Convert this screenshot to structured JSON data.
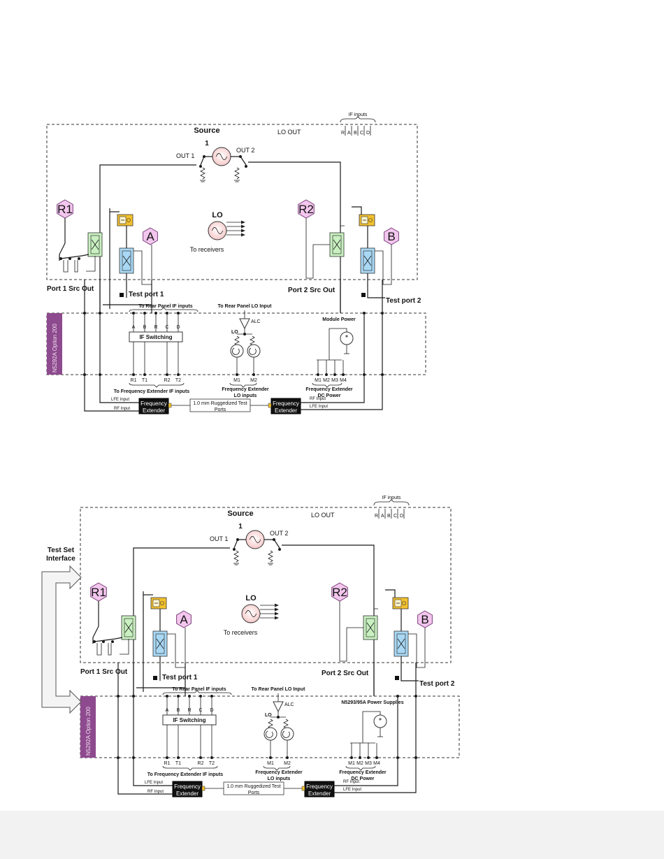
{
  "colors": {
    "panel": "#dbe9f7",
    "option_bar": "#8e4a8e",
    "receiver_hex": "#f3c6ee",
    "coupler_green": "#c8f0c0",
    "coupler_blue": "#a9d8f5",
    "bias_tee": "#f2c12e",
    "source_pink": "#f9d1d1",
    "extender_box": "#111111"
  },
  "diagrams": [
    {
      "source": {
        "title": "Source",
        "number": "1",
        "out1": "OUT 1",
        "out2": "OUT 2",
        "lo_out": "LO OUT"
      },
      "if_inputs": {
        "label": "IF inputs",
        "letters": [
          "R",
          "A",
          "B",
          "C",
          "D"
        ]
      },
      "lo": {
        "title": "LO",
        "sub": "To receivers"
      },
      "receivers": {
        "r1": "R1",
        "r2": "R2",
        "a": "A",
        "b": "B"
      },
      "ports": {
        "p1_src": "Port 1 Src Out",
        "p2_src": "Port 2 Src Out",
        "tp1": "Test port 1",
        "tp2": "Test port 2"
      },
      "option": {
        "bar_label": "N5292A Option 200"
      },
      "rear_if": "To Rear Panel IF inputs",
      "if_letters": [
        "A",
        "B",
        "R",
        "C",
        "D"
      ],
      "if_switch": "IF Switching",
      "if_outputs": [
        "R1",
        "T1",
        "R2",
        "T2"
      ],
      "to_ext_if": "To Frequency Extender IF inputs",
      "rear_lo": "To Rear Panel LO Input",
      "alc": "ALC",
      "lo_label": "LO",
      "lo_inputs": [
        "M1",
        "M2"
      ],
      "ext_lo": [
        "Frequency Extender",
        "LO inputs"
      ],
      "power_title": "Module Power",
      "power_outputs": [
        "M1",
        "M2",
        "M3",
        "M4"
      ],
      "ext_dc": [
        "Frequency Extender",
        "DC Power"
      ],
      "extender": {
        "line1": "Frequency",
        "line2": "Extender"
      },
      "cable": [
        "1.0 mm Ruggedized Test",
        "Ports"
      ],
      "lfe_in": "LFE Input",
      "rf_in": "RF Input"
    },
    {
      "source": {
        "title": "Source",
        "number": "1",
        "out1": "OUT 1",
        "out2": "OUT 2",
        "lo_out": "LO OUT"
      },
      "if_inputs": {
        "label": "IF inputs",
        "letters": [
          "R",
          "A",
          "B",
          "C",
          "D"
        ]
      },
      "lo": {
        "title": "LO",
        "sub": "To receivers"
      },
      "receivers": {
        "r1": "R1",
        "r2": "R2",
        "a": "A",
        "b": "B"
      },
      "ports": {
        "p1_src": "Port 1 Src Out",
        "p2_src": "Port 2 Src Out",
        "tp1": "Test port 1",
        "tp2": "Test port 2"
      },
      "option": {
        "bar_label": "N5292A Option 200"
      },
      "rear_if": "To Rear Panel IF inputs",
      "if_letters": [
        "A",
        "B",
        "R",
        "C",
        "D"
      ],
      "if_switch": "IF Switching",
      "if_outputs": [
        "R1",
        "T1",
        "R2",
        "T2"
      ],
      "to_ext_if": "To Frequency Extender IF inputs",
      "rear_lo": "To Rear Panel LO Input",
      "alc": "ALC",
      "lo_label": "LO",
      "lo_inputs": [
        "M1",
        "M2"
      ],
      "ext_lo": [
        "Frequency Extender",
        "LO inputs"
      ],
      "power_title": "N5293/95A Power Supplies",
      "power_outputs": [
        "M1",
        "M2",
        "M3",
        "M4"
      ],
      "ext_dc": [
        "Frequency Extender",
        "DC Power"
      ],
      "extender": {
        "line1": "Frequency",
        "line2": "Extender"
      },
      "cable": [
        "1.0 mm Ruggedized Test",
        "Ports"
      ],
      "lfe_in": "LFE Input",
      "rf_in": "RF Input",
      "test_set": [
        "Test Set",
        "Interface"
      ]
    }
  ]
}
